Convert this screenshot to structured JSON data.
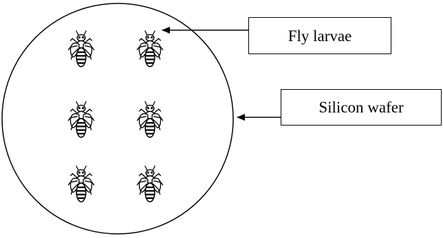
{
  "labels": {
    "fly_larvae": "Fly larvae",
    "silicon_wafer": "Silicon wafer"
  },
  "diagram": {
    "larva_count": 6,
    "larva_grid": {
      "rows": 3,
      "columns": 2
    },
    "stroke_color": "#000000",
    "background_color": "#ffffff",
    "icon": "fly-icon"
  }
}
